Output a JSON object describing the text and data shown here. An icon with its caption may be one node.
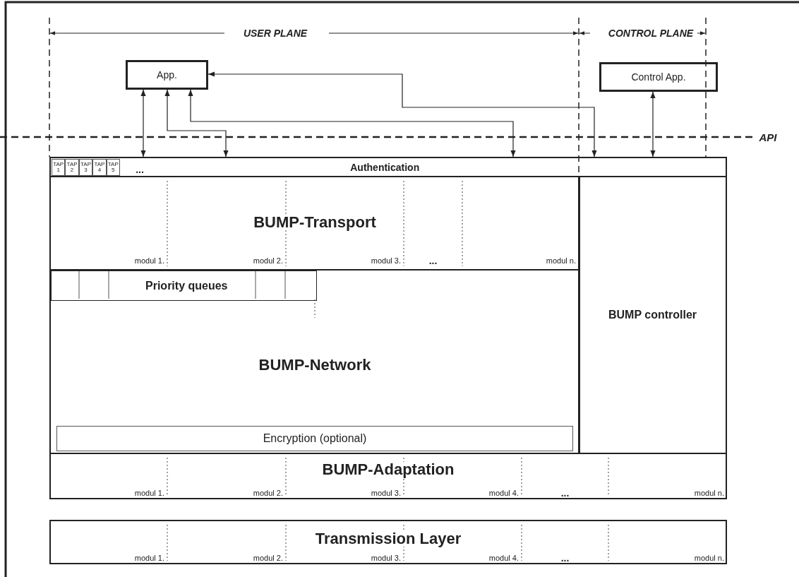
{
  "diagram": {
    "nodes": [
      {
        "text": [
          "App."
        ]
      },
      {
        "text": [
          "Control App."
        ]
      },
      {
        "text": [
          "Authentication"
        ]
      },
      {
        "text": [
          "TAP 1"
        ],
        "in": 2
      },
      {
        "text": [
          "TAP 2"
        ],
        "in": 2
      },
      {
        "text": [
          "TAP 3"
        ],
        "in": 2
      },
      {
        "text": [
          "TAP 4"
        ],
        "in": 2
      },
      {
        "text": [
          "TAP 5"
        ],
        "in": 2
      },
      {
        "text": [
          "BUMP-Transport"
        ]
      },
      {
        "text": [
          "BUMP-Network"
        ]
      },
      {
        "text": [
          "Priority queues"
        ],
        "in": 9
      },
      {
        "text": [
          "Encryption (optional)"
        ],
        "in": 9
      },
      {
        "text": [
          "BUMP controller"
        ]
      },
      {
        "text": [
          "BUMP-Adaptation"
        ]
      },
      {
        "text": [
          "Transmission Layer"
        ]
      }
    ],
    "edges": [
      {
        "from": 0,
        "to": 2,
        "arrow": "both"
      },
      {
        "from": 0,
        "to": 2,
        "arrow": "both"
      },
      {
        "from": 0,
        "to": 2,
        "arrow": "both"
      },
      {
        "from": 0,
        "to": 2,
        "arrow": "both"
      },
      {
        "from": 1,
        "to": 2,
        "arrow": "both"
      }
    ],
    "labels": [
      "USER PLANE",
      "CONTROL PLANE",
      "API",
      "...",
      "modul 1.",
      "modul 2.",
      "modul 3.",
      "...",
      "modul n.",
      "modul 1.",
      "modul 2.",
      "modul 3.",
      "modul 4.",
      "...",
      "modul n.",
      "modul 1.",
      "modul 2.",
      "modul 3.",
      "modul 4.",
      "...",
      "modul n."
    ]
  }
}
